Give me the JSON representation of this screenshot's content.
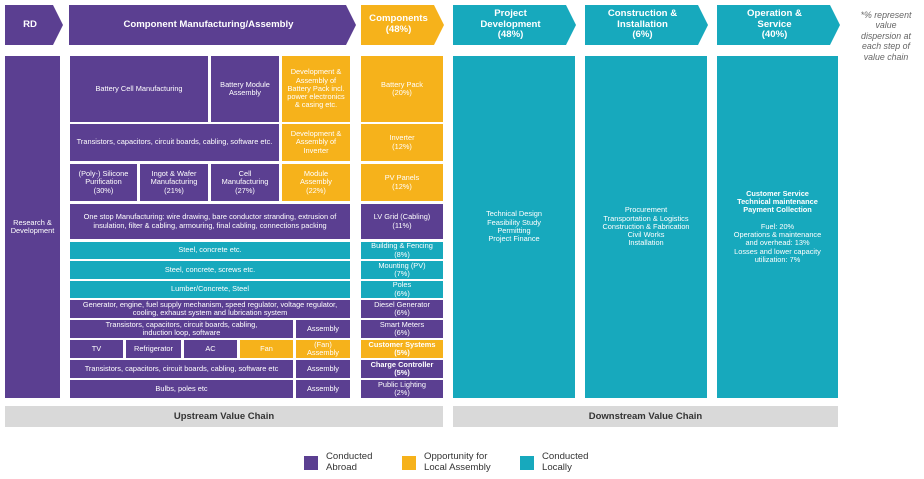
{
  "headers": {
    "rd": "RD",
    "component_manufacturing": "Component Manufacturing/Assembly",
    "components": "Components\n(48%)",
    "project_development": "Project\nDevelopment\n(48%)",
    "construction": "Construction &\nInstallation\n(6%)",
    "operation": "Operation &\nService\n(40%)"
  },
  "note": "*% represent\nvalue\ndispersion at\neach step of\nvalue chain",
  "rd_box": "Research &\nDevelopment",
  "upstream": {
    "battery_cell": "Battery Cell Manufacturing",
    "battery_module": "Battery Module\nAssembly",
    "battery_pack_dev": "Development &\nAssembly of\nBattery Pack incl.\npower electronics\n& casing etc.",
    "transistors_inverter": "Transistors, capacitors, circuit boards, cabling, software etc.",
    "inverter_dev": "Development &\nAssembly of\nInverter",
    "silicone": "(Poly-) Silicone\nPurification\n(30%)",
    "ingot": "Ingot & Wafer\nManufacturing\n(21%)",
    "cell_mfg": "Cell\nManufacturing\n(27%)",
    "module_assembly": "Module\nAssembly\n(22%)",
    "one_stop": "One stop Manufacturing: wire drawing, bare conductor stranding, extrusion of\ninsulation, filter & cabling, armouring, final cabling, connections packing",
    "steel_concrete": "Steel, concrete etc.",
    "steel_screws": "Steel, concrete, screws etc.",
    "lumber": "Lumber/Concrete, Steel",
    "generator": "Generator, engine, fuel supply mechanism, speed regulator, voltage regulator,\ncooling, exhaust system and lubrication system",
    "transistors_meters": "Transistors, capacitors, circuit boards, cabling,\ninduction loop, software",
    "assembly_meters": "Assembly",
    "tv": "TV",
    "refrigerator": "Refrigerator",
    "ac": "AC",
    "fan": "Fan",
    "fan_assembly": "(Fan)\nAssembly",
    "transistors_charge": "Transistors, capacitors, circuit boards, cabling, software etc",
    "assembly_charge": "Assembly",
    "bulbs": "Bulbs, poles etc",
    "assembly_lighting": "Assembly"
  },
  "components": {
    "battery_pack": "Battery Pack\n(20%)",
    "inverter": "Inverter\n(12%)",
    "pv_panels": "PV Panels\n(12%)",
    "lv_grid": "LV Grid (Cabling)\n(11%)",
    "building": "Building & Fencing\n(8%)",
    "mounting": "Mounting (PV)\n(7%)",
    "poles": "Poles\n(6%)",
    "diesel": "Diesel Generator\n(6%)",
    "smart_meters": "Smart Meters\n(6%)",
    "customer_systems": "Customer Systems\n(5%)",
    "charge_controller": "Charge Controller\n(5%)",
    "public_lighting": "Public Lighting\n(2%)"
  },
  "downstream": {
    "project_dev": "Technical Design\nFeasibility Study\nPermitting\nProject Finance",
    "construction": "Procurement\nTransportation & Logistics\nConstruction & Fabrication\nCivil Works\nInstallation",
    "operation_title": "Customer Service\nTechnical maintenance\nPayment Collection",
    "operation_detail": "Fuel: 20%\nOperations & maintenance\nand overhead: 13%\nLosses and lower capacity\nutilization: 7%"
  },
  "chains": {
    "upstream": "Upstream Value Chain",
    "downstream": "Downstream Value Chain"
  },
  "legend": {
    "abroad": "Conducted\nAbroad",
    "opportunity": "Opportunity for\nLocal Assembly",
    "locally": "Conducted\nLocally"
  },
  "colors": {
    "abroad": "#5b3f91",
    "opportunity": "#f6b21b",
    "locally": "#17a9bd"
  }
}
